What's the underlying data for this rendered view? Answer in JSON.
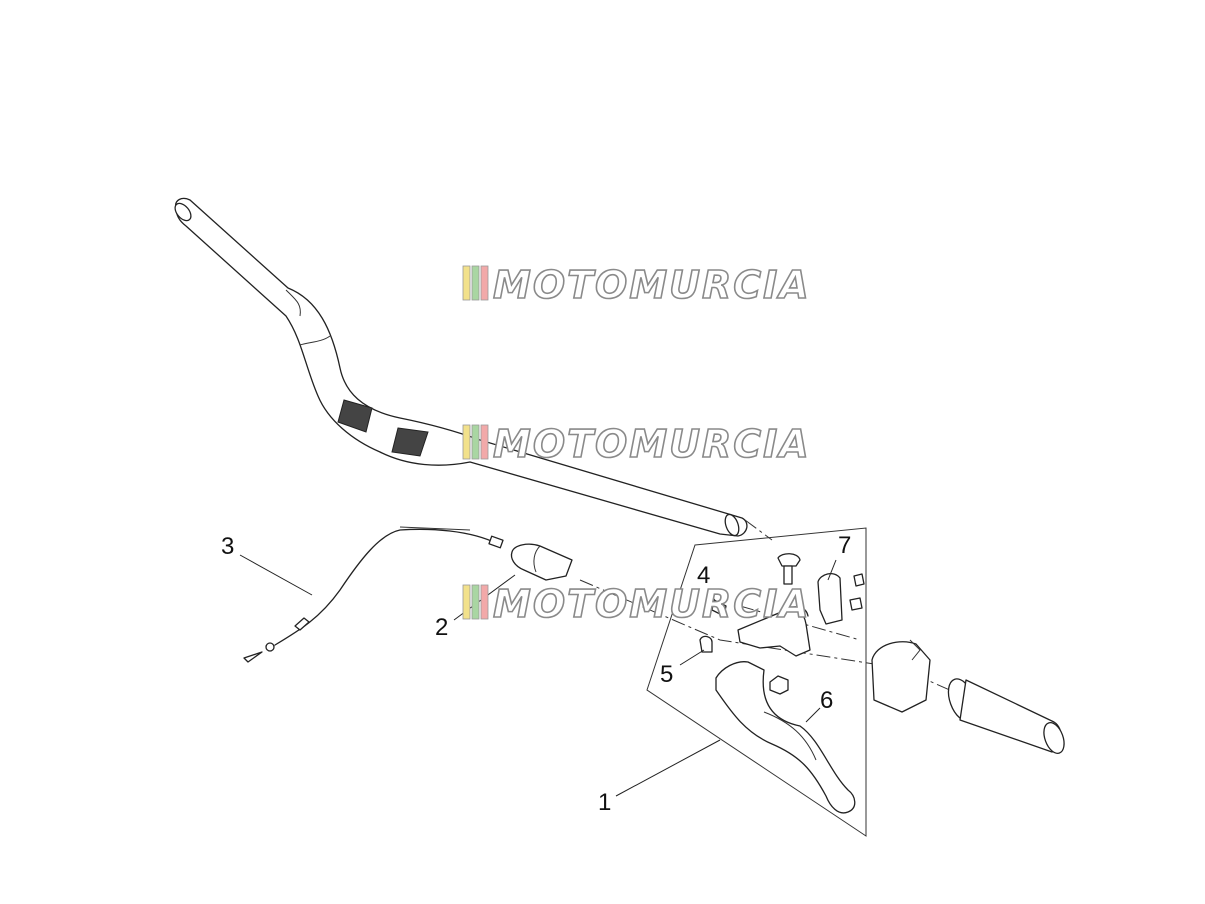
{
  "diagram": {
    "callouts": {
      "c1": "1",
      "c2": "2",
      "c3": "3",
      "c4": "4",
      "c5": "5",
      "c6": "6",
      "c7": "7"
    }
  },
  "watermark": {
    "text": "MOTOMURCIA",
    "stripe_colors": [
      "#f2e18b",
      "#a9d6a2",
      "#f2a9a9"
    ]
  }
}
